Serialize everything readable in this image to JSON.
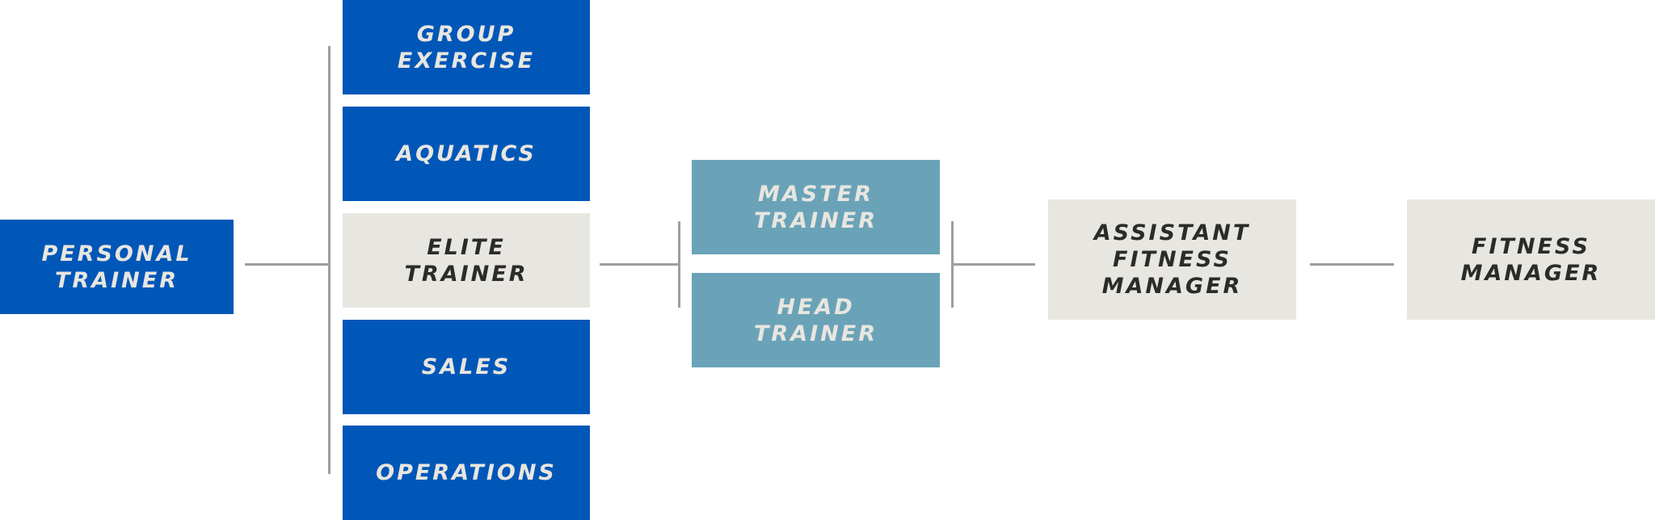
{
  "nodes": {
    "personal_trainer": "PERSONAL\nTRAINER",
    "group_exercise": "GROUP\nEXERCISE",
    "aquatics": "AQUATICS",
    "elite_trainer": "ELITE\nTRAINER",
    "sales": "SALES",
    "operations": "OPERATIONS",
    "master_trainer": "MASTER\nTRAINER",
    "head_trainer": "HEAD\nTRAINER",
    "assistant_fitness_manager": "ASSISTANT\nFITNESS\nMANAGER",
    "fitness_manager": "FITNESS\nMANAGER"
  },
  "colors": {
    "blue": "#0057b8",
    "teal": "#6aa3b8",
    "light": "#e8e6e0",
    "connector": "#9e9e9e",
    "dark_text": "#2b2b2b",
    "light_text": "#e8e6e0"
  }
}
